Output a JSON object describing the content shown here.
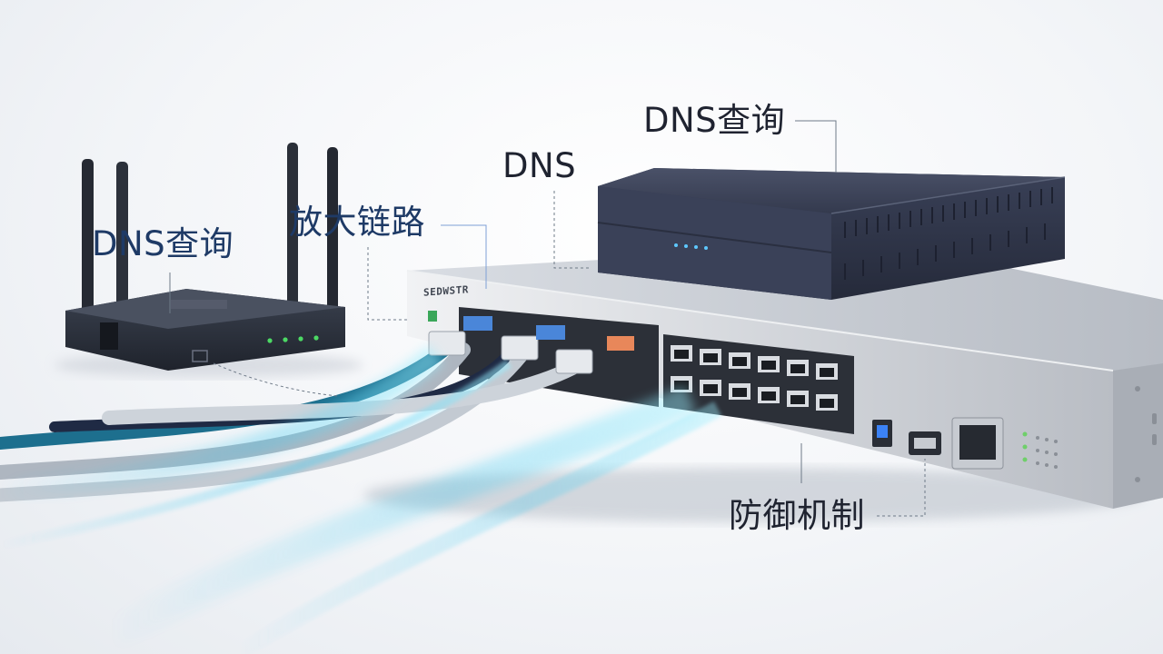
{
  "labels": {
    "dns_query_top": "DNS查询",
    "dns": "DNS",
    "amplify_link": "放大链路",
    "dns_query_router": "DNS查询",
    "defense": "防御机制"
  },
  "devices": {
    "switch_brand": "SEDWSTR"
  },
  "colors": {
    "accent_blue": "#1e3a66",
    "text_dark": "#1f2330",
    "glow_cyan": "#37c8f0",
    "led_green": "#4cd964",
    "server_body": "#2e3447"
  },
  "icons": [
    "router-icon",
    "switch-icon",
    "dns-server-icon",
    "ethernet-cable-icon"
  ]
}
